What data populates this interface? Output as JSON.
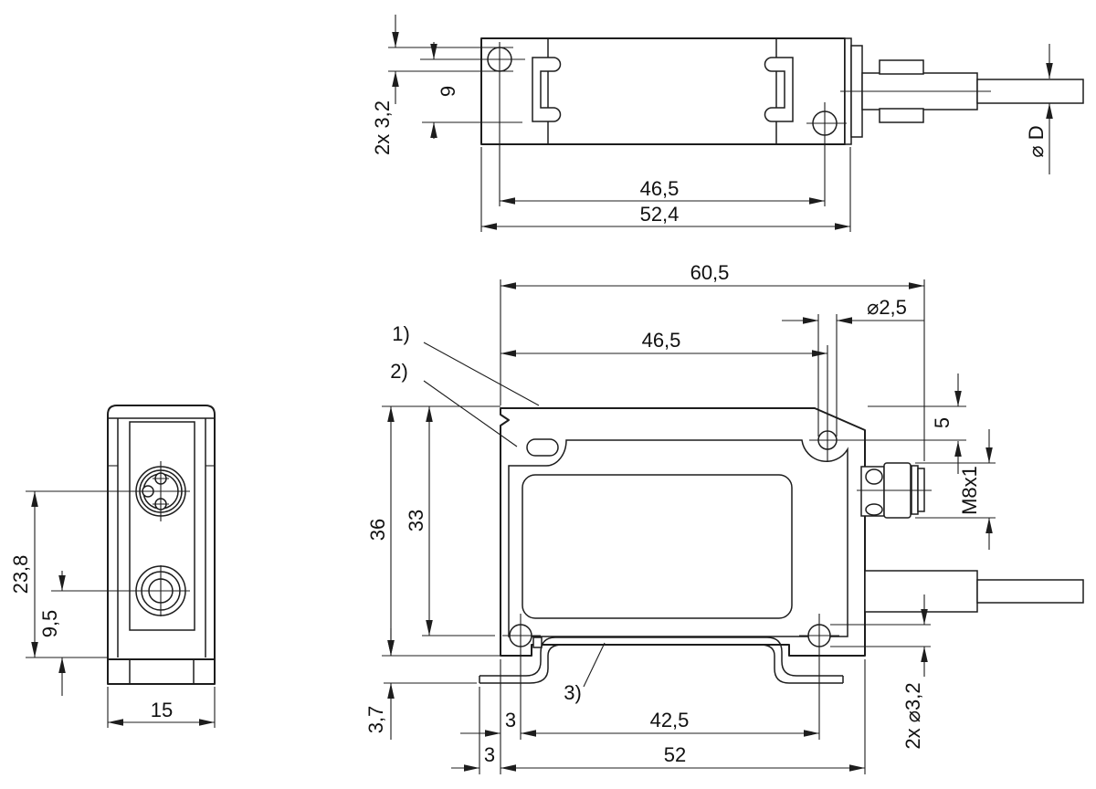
{
  "page": {
    "background": "#ffffff",
    "ink": "#1d1d1d"
  },
  "views": {
    "top": {
      "dims": {
        "clamp_hole_dia": "2x 3,2",
        "hole_edge_offset": "9",
        "hole_spacing": "46,5",
        "housing_length": "52,4",
        "cable_dia": "⌀ D"
      }
    },
    "front": {
      "dims": {
        "connector_axis": "23,8",
        "lens_axis": "9,5",
        "housing_width": "15"
      }
    },
    "side": {
      "dims": {
        "total_length": "60,5",
        "top_hole_spacing": "46,5",
        "top_hole_dia": "⌀2,5",
        "top_hole_offset": "5",
        "thread": "M8x1",
        "housing_height": "36",
        "inner_height": "33",
        "bracket_height": "3,7",
        "hole_edge_offset": "3",
        "bottom_hole_spacing": "42,5",
        "bracket_overhang": "3",
        "housing_length": "52",
        "bottom_hole_dia": "2x ⌀3,2"
      },
      "callouts": {
        "one": "1)",
        "two": "2)",
        "three": "3)"
      }
    }
  }
}
